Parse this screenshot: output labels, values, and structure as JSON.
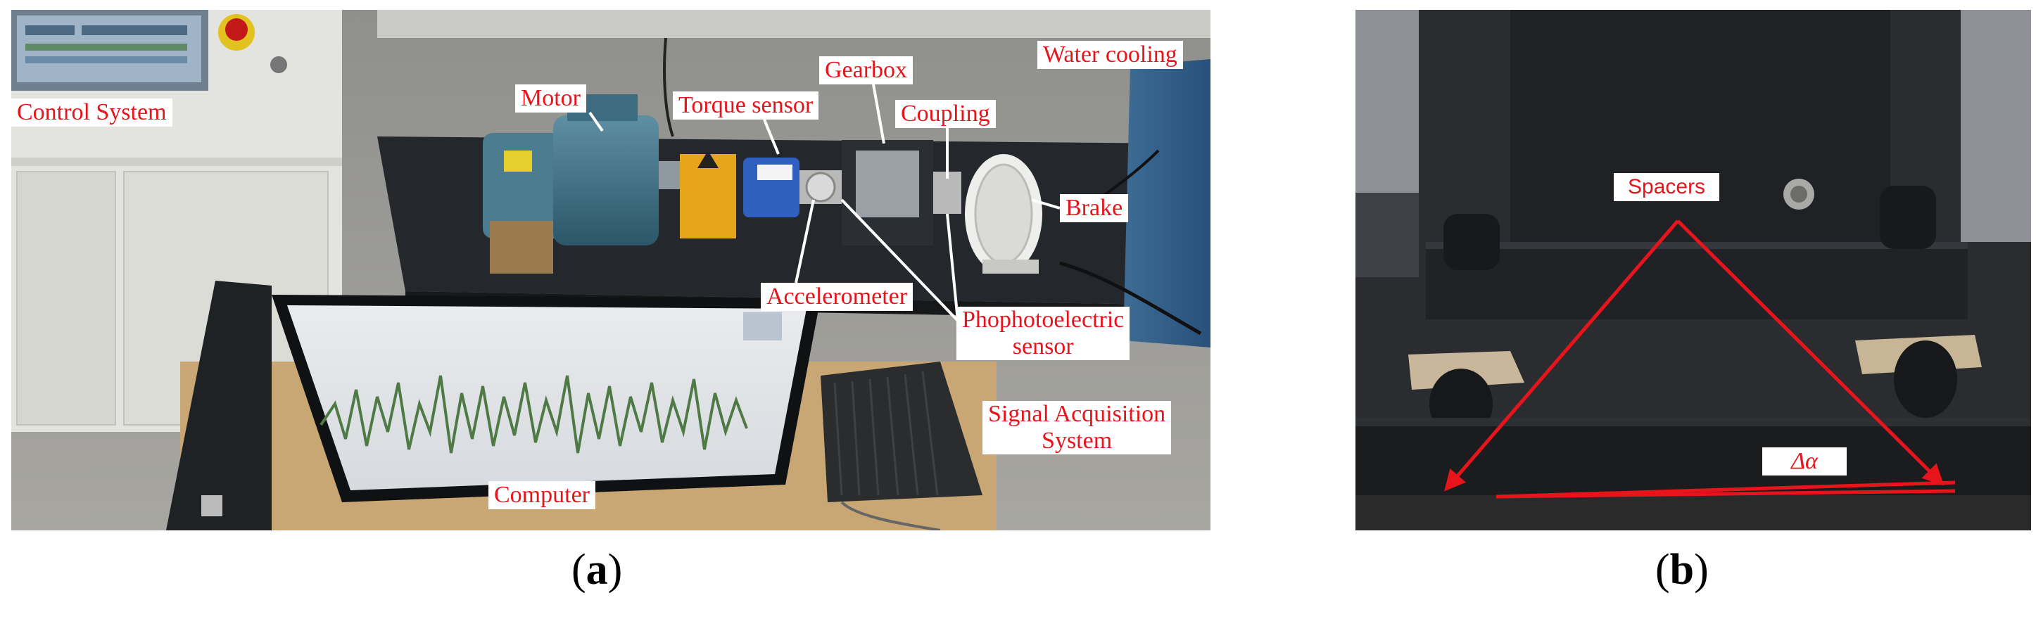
{
  "panel_a": {
    "labels": {
      "control_system": "Control System",
      "motor": "Motor",
      "torque_sensor": "Torque sensor",
      "gearbox": "Gearbox",
      "coupling": "Coupling",
      "water_cooling": "Water cooling",
      "brake": "Brake",
      "accelerometer": "Accelerometer",
      "photo_sensor_line1": "Phophotoelectric",
      "photo_sensor_line2": "sensor",
      "signal_line1": "Signal Acquisition",
      "signal_line2": "System",
      "computer": "Computer"
    },
    "caption": {
      "open": "(",
      "letter": "a",
      "close": ")"
    }
  },
  "panel_b": {
    "labels": {
      "spacers": "Spacers",
      "delta_alpha": "Δα"
    },
    "caption": {
      "open": "(",
      "letter": "b",
      "close": ")"
    }
  },
  "colors": {
    "label_text": "#e8141c",
    "arrow": "#e8141c"
  }
}
